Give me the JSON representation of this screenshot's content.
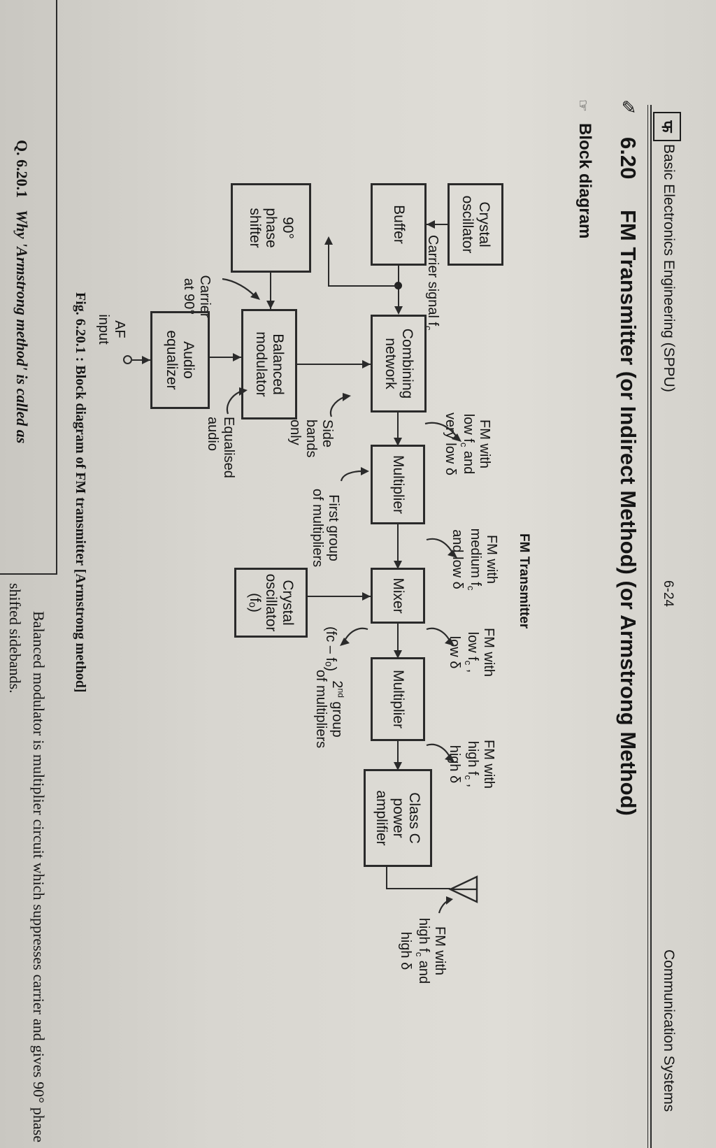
{
  "running_head": {
    "box_glyph": "फ",
    "left": "Basic Electronics Engineering (SPPU)",
    "center": "6-24",
    "right": "Communication Systems"
  },
  "heading": {
    "pencil_mark": "✐",
    "number": "6.20",
    "title": "FM Transmitter (or Indirect Method) (or Armstrong Method)",
    "hand_icon": "☞",
    "subheading": "Block diagram"
  },
  "diagram": {
    "title": "FM Transmitter",
    "blocks": [
      {
        "id": "crystal-oscillator",
        "lines": [
          "Crystal",
          "oscillator"
        ]
      },
      {
        "id": "buffer",
        "lines": [
          "Buffer"
        ]
      },
      {
        "id": "phase-shifter",
        "lines": [
          "90°",
          "phase",
          "shifter"
        ]
      },
      {
        "id": "audio-equalizer",
        "lines": [
          "Audio",
          "equalizer"
        ]
      },
      {
        "id": "balanced-modulator",
        "lines": [
          "Balanced",
          "modulator"
        ]
      },
      {
        "id": "combining-network",
        "lines": [
          "Combining",
          "network"
        ]
      },
      {
        "id": "multiplier-1",
        "lines": [
          "Multiplier"
        ]
      },
      {
        "id": "mixer",
        "lines": [
          "Mixer"
        ]
      },
      {
        "id": "crystal-oscillator-fo",
        "lines": [
          "Crystal",
          "oscillator",
          "(fₒ)"
        ]
      },
      {
        "id": "multiplier-2",
        "lines": [
          "Multiplier"
        ]
      },
      {
        "id": "class-c-power-amplifier",
        "lines": [
          "Class C",
          "power",
          "amplifier"
        ]
      }
    ],
    "labels": {
      "carrier_signal": "Carrier signal f",
      "carrier_signal_sub": "c",
      "carrier_at_90": [
        "Carrier",
        "at 90°"
      ],
      "af_input": [
        "AF",
        "input"
      ],
      "equalised_audio": [
        "Equalised",
        "audio"
      ],
      "side_bands_only": [
        "Side",
        "bands",
        "only"
      ],
      "first_group": [
        "First group",
        "of multipliers"
      ],
      "second_group": [
        "2",
        "nd",
        " group",
        "of multipliers"
      ],
      "fc_minus_fo": "(fᴄ – fₒ)",
      "fm_low": [
        "FM with",
        "low f",
        "c",
        " and",
        "very low δ"
      ],
      "fm_medium": [
        "FM with",
        "medium f",
        "c",
        "and low δ"
      ],
      "fm_low2": [
        "FM with",
        "low f",
        "c",
        " ,",
        "low δ"
      ],
      "fm_high": [
        "FM with",
        "high f",
        "c",
        " ,",
        "high δ"
      ],
      "fm_out": [
        "FM with",
        "high f",
        "c",
        " and",
        "high δ"
      ]
    }
  },
  "caption": "Fig. 6.20.1 : Block diagram of FM transmitter [Armstrong method]",
  "footer": {
    "question_number": "Q. 6.20.1",
    "question_text": "Why 'Armstrong method' is called as",
    "answer_text": "Balanced   modulator   is   multiplier   circuit   which suppresses carrier and gives 90° phase shifted sidebands."
  }
}
